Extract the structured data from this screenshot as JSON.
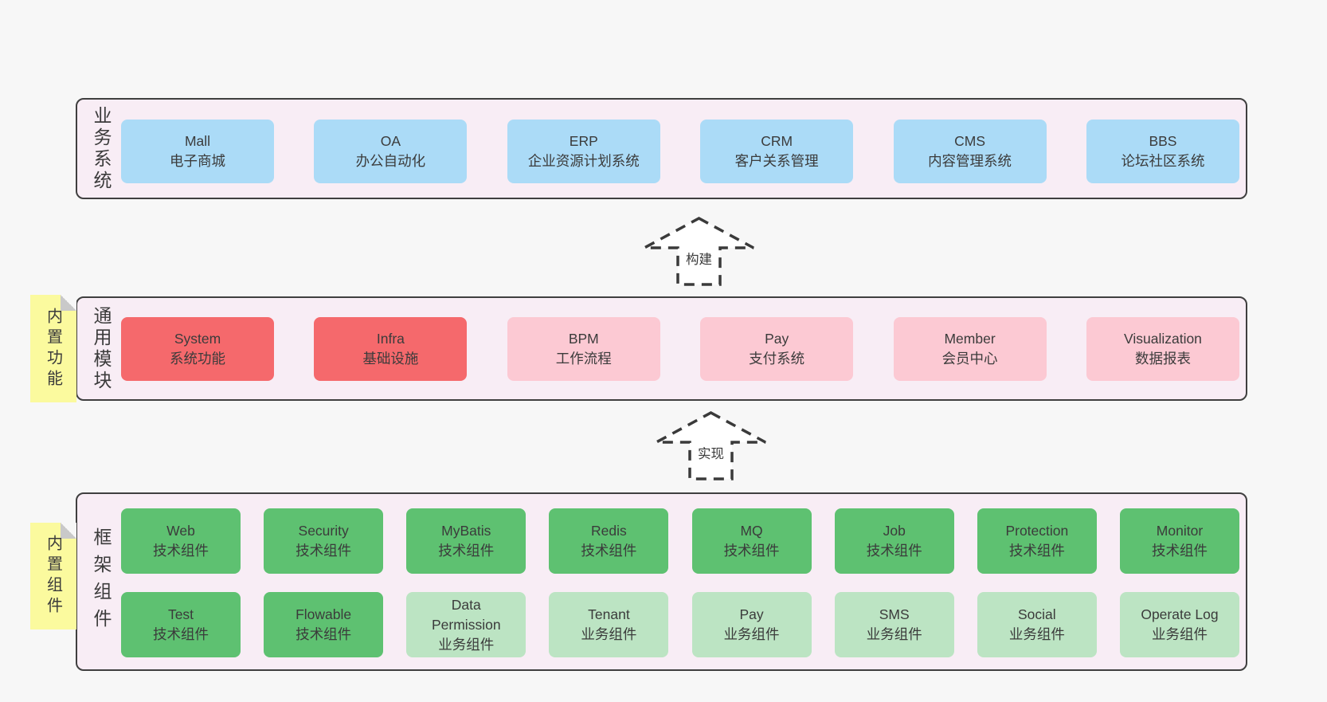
{
  "palette": {
    "page_bg": "#f7f7f7",
    "section_bg": "#f8edf5",
    "section_border": "#3f3f3f",
    "blue_box": "#abdbf7",
    "red_box": "#f5696c",
    "pink_box": "#fcc9d3",
    "green_box": "#5ec171",
    "light_green_box": "#bce4c3",
    "sticky_yellow": "#fbfa9e",
    "sticky_fold_gray": "#c9c9c9",
    "text": "#3b3b3b"
  },
  "arrows": [
    {
      "label": "构建"
    },
    {
      "label": "实现"
    }
  ],
  "sections": {
    "business": {
      "label": "业务系统",
      "boxes": [
        {
          "name": "Mall",
          "subtitle": "电子商城"
        },
        {
          "name": "OA",
          "subtitle": "办公自动化"
        },
        {
          "name": "ERP",
          "subtitle": "企业资源计划系统"
        },
        {
          "name": "CRM",
          "subtitle": "客户关系管理"
        },
        {
          "name": "CMS",
          "subtitle": "内容管理系统"
        },
        {
          "name": "BBS",
          "subtitle": "论坛社区系统"
        }
      ]
    },
    "modules": {
      "label": "通用模块",
      "sticky": "内置功能",
      "boxes": [
        {
          "name": "System",
          "subtitle": "系统功能"
        },
        {
          "name": "Infra",
          "subtitle": "基础设施"
        },
        {
          "name": "BPM",
          "subtitle": "工作流程"
        },
        {
          "name": "Pay",
          "subtitle": "支付系统"
        },
        {
          "name": "Member",
          "subtitle": "会员中心"
        },
        {
          "name": "Visualization",
          "subtitle": "数据报表"
        }
      ]
    },
    "components": {
      "label": "框架组件",
      "sticky": "内置组件",
      "row1": [
        {
          "name": "Web",
          "subtitle": "技术组件"
        },
        {
          "name": "Security",
          "subtitle": "技术组件"
        },
        {
          "name": "MyBatis",
          "subtitle": "技术组件"
        },
        {
          "name": "Redis",
          "subtitle": "技术组件"
        },
        {
          "name": "MQ",
          "subtitle": "技术组件"
        },
        {
          "name": "Job",
          "subtitle": "技术组件"
        },
        {
          "name": "Protection",
          "subtitle": "技术组件"
        },
        {
          "name": "Monitor",
          "subtitle": "技术组件"
        }
      ],
      "row2": [
        {
          "name": "Test",
          "subtitle": "技术组件"
        },
        {
          "name": "Flowable",
          "subtitle": "技术组件"
        },
        {
          "name": "Data Permission",
          "subtitle": "业务组件"
        },
        {
          "name": "Tenant",
          "subtitle": "业务组件"
        },
        {
          "name": "Pay",
          "subtitle": "业务组件"
        },
        {
          "name": "SMS",
          "subtitle": "业务组件"
        },
        {
          "name": "Social",
          "subtitle": "业务组件"
        },
        {
          "name": "Operate Log",
          "subtitle": "业务组件"
        }
      ]
    }
  }
}
